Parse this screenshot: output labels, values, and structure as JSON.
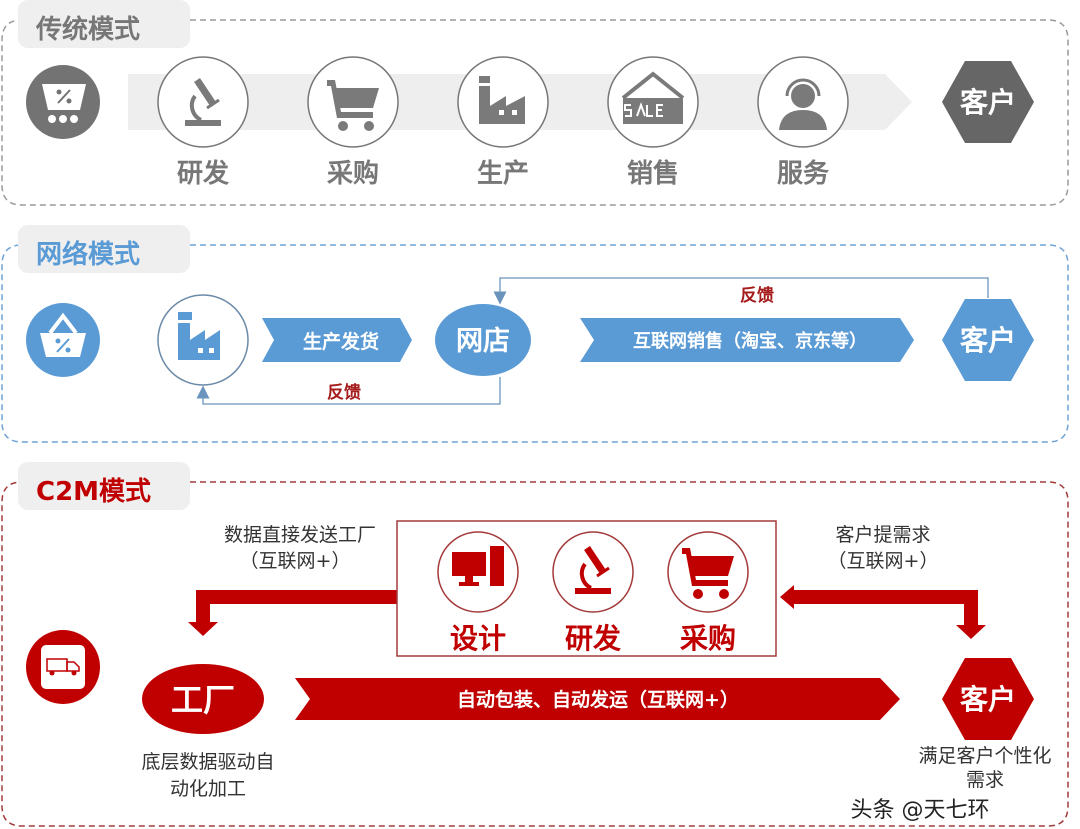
{
  "colors": {
    "traditional": "#777777",
    "network": "#5b9bd5",
    "c2m": "#c00000",
    "feedback": "#a61b1b"
  },
  "traditional": {
    "title": "传统模式",
    "icon": "shopping-cart-percent-icon",
    "steps": [
      {
        "label": "研发",
        "icon": "microscope-icon"
      },
      {
        "label": "采购",
        "icon": "shopping-cart-icon"
      },
      {
        "label": "生产",
        "icon": "factory-icon"
      },
      {
        "label": "销售",
        "icon": "sale-tag-icon"
      },
      {
        "label": "服务",
        "icon": "headset-agent-icon"
      }
    ],
    "customer": "客户"
  },
  "network": {
    "title": "网络模式",
    "icon": "shopping-basket-percent-icon",
    "factory_icon": "factory-icon",
    "arrow1": "生产发货",
    "shop": "网店",
    "arrow2": "互联网销售（淘宝、京东等）",
    "customer": "客户",
    "feedback_top": "反馈",
    "feedback_bottom": "反馈"
  },
  "c2m": {
    "title": "C2M模式",
    "icon": "delivery-truck-icon",
    "left_note": [
      "数据直接发送工厂",
      "（互联网+）"
    ],
    "right_note": [
      "客户提需求",
      "（互联网+）"
    ],
    "center_items": [
      {
        "label": "设计",
        "icon": "computer-icon"
      },
      {
        "label": "研发",
        "icon": "microscope-icon"
      },
      {
        "label": "采购",
        "icon": "shopping-cart-icon"
      }
    ],
    "factory": "工厂",
    "banner": "自动包装、自动发运（互联网+）",
    "customer": "客户",
    "factory_note": [
      "底层数据驱动自",
      "动化加工"
    ],
    "customer_note": [
      "满足客户个性化",
      "需求"
    ]
  },
  "watermark": "头条 @天七环"
}
